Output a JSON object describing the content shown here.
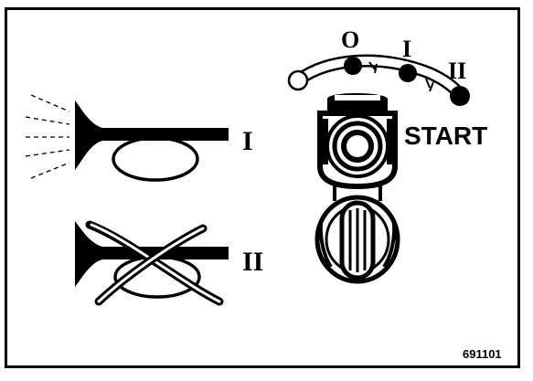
{
  "figure_code": "691101",
  "horn_panel": {
    "active_position_label": "I",
    "silenced_position_label": "II"
  },
  "ignition_switch": {
    "positions": [
      {
        "label": "O"
      },
      {
        "label": "I"
      },
      {
        "label": "II"
      }
    ],
    "start_label": "START"
  },
  "colors": {
    "ink": "#000000",
    "paper": "#ffffff"
  }
}
